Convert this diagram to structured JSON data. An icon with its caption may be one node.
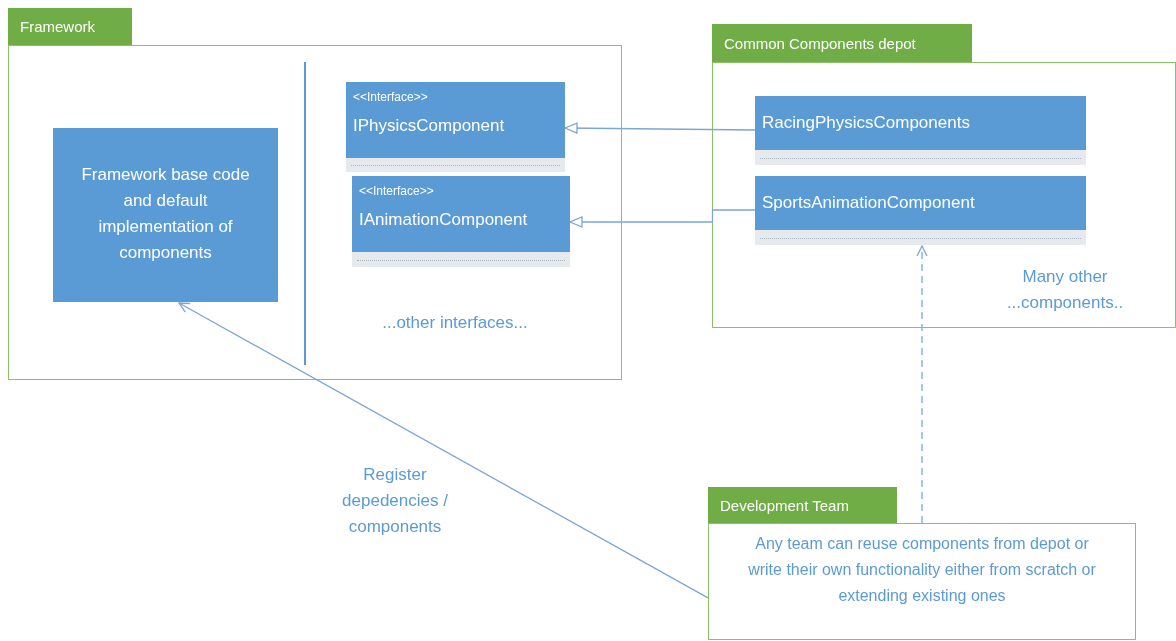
{
  "diagram": {
    "nodes": [
      {
        "text": [
          "Framework"
        ]
      },
      {
        "text": [
          "Framework base code and default implementation of components"
        ],
        "in": 0
      },
      {
        "text": [
          "<<Interface>>",
          "IPhysicsComponent"
        ],
        "in": 0
      },
      {
        "text": [
          "<<Interface>>",
          "IAnimationComponent"
        ],
        "in": 0
      },
      {
        "text": [
          "Common Components depot"
        ]
      },
      {
        "text": [
          "RacingPhysicsComponents"
        ],
        "in": 4
      },
      {
        "text": [
          "SportsAnimationComponent"
        ],
        "in": 4
      },
      {
        "text": [
          "Development Team",
          "Any team can reuse components from depot or write their own functionality either from scratch or extending existing ones"
        ]
      }
    ],
    "edges": [
      {
        "from": 5,
        "to": 2,
        "arrow": "to"
      },
      {
        "from": 6,
        "to": 3,
        "arrow": "to"
      },
      {
        "from": 7,
        "to": 6,
        "arrow": "to",
        "style": "dashed"
      },
      {
        "from": 7,
        "to": 1,
        "arrow": "to",
        "label": "Register depedencies / components"
      }
    ],
    "labels": [
      "...other interfaces...",
      "Many other ...components.."
    ]
  }
}
